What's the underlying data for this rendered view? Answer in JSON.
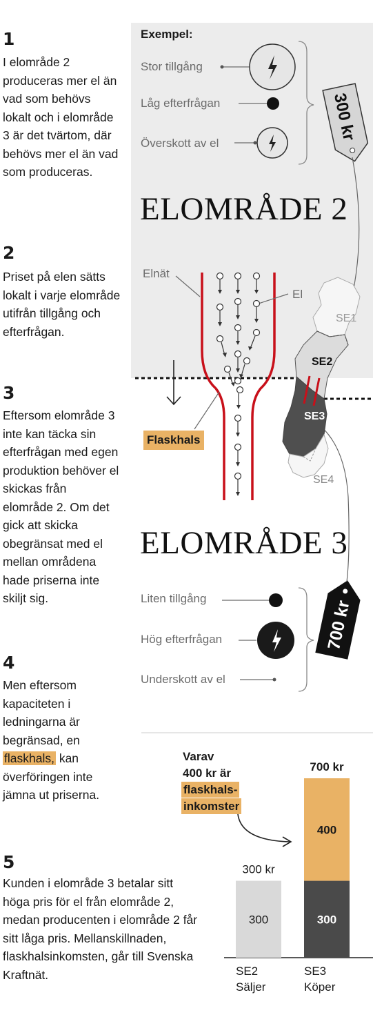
{
  "steps": [
    {
      "num": "1",
      "text": "I elområde 2 produceras mer el än vad som behövs lokalt och i elområde 3 är det tvärtom, där behövs mer el än vad som produceras."
    },
    {
      "num": "2",
      "text": "Priset på elen sätts lokalt i varje elområde utifrån tillgång och efterfrågan."
    },
    {
      "num": "3",
      "text": "Eftersom elområde 3 inte kan täcka sin efterfrågan med egen produktion behöver el skickas från elområde 2. Om det gick att skicka obegränsat med el mellan områdena hade priserna inte skiljt sig."
    },
    {
      "num": "4",
      "text_before": "Men eftersom kapaciteten i ledningarna är begränsad, en",
      "highlight": "flaskhals,",
      "text_after": "kan överföringen inte jämna ut priserna."
    },
    {
      "num": "5",
      "text": "Kunden i elområde 3 betalar sitt höga pris för el från elområde 2, medan producenten i elområde 2 får sitt låga pris. Mellan­skillnaden, flaskhalsinkomsten, går till Svenska Kraftnät."
    }
  ],
  "example": {
    "heading": "Exempel:",
    "supply_high": "Stor tillgång",
    "demand_low": "Låg efterfrågan",
    "surplus": "Överskott av el"
  },
  "area2": {
    "title": "ELOMRÅDE 2",
    "price_tag": "300 kr"
  },
  "area3": {
    "title": "ELOMRÅDE 3",
    "price_tag": "700 kr",
    "supply_low": "Liten tillgång",
    "demand_high": "Hög efterfrågan",
    "deficit": "Underskott av el"
  },
  "grid_labels": {
    "grid": "Elnät",
    "el": "El",
    "bottleneck": "Flaskhals"
  },
  "map": {
    "se1": "SE1",
    "se2": "SE2",
    "se3": "SE3",
    "se4": "SE4"
  },
  "note": {
    "line1": "Varav",
    "line2": "400 kr är",
    "hl1": "flaskhals-",
    "hl2": "inkomster"
  },
  "colors": {
    "accent": "#e9b265",
    "wire": "#c8101a",
    "dark": "#4a4a4a",
    "light": "#d9d9d9",
    "panel": "#ececec"
  },
  "chart_data": {
    "type": "bar",
    "categories": [
      "SE2 Säljer",
      "SE3 Köper"
    ],
    "category_lines": [
      [
        "SE2",
        "Säljer"
      ],
      [
        "SE3",
        "Köper"
      ]
    ],
    "series": [
      {
        "values": [
          300,
          300
        ]
      },
      {
        "values": [
          0,
          400
        ]
      }
    ],
    "totals": [
      "300 kr",
      "700 kr"
    ],
    "segment_labels": [
      [
        "300",
        ""
      ],
      [
        "300",
        "400"
      ]
    ]
  }
}
